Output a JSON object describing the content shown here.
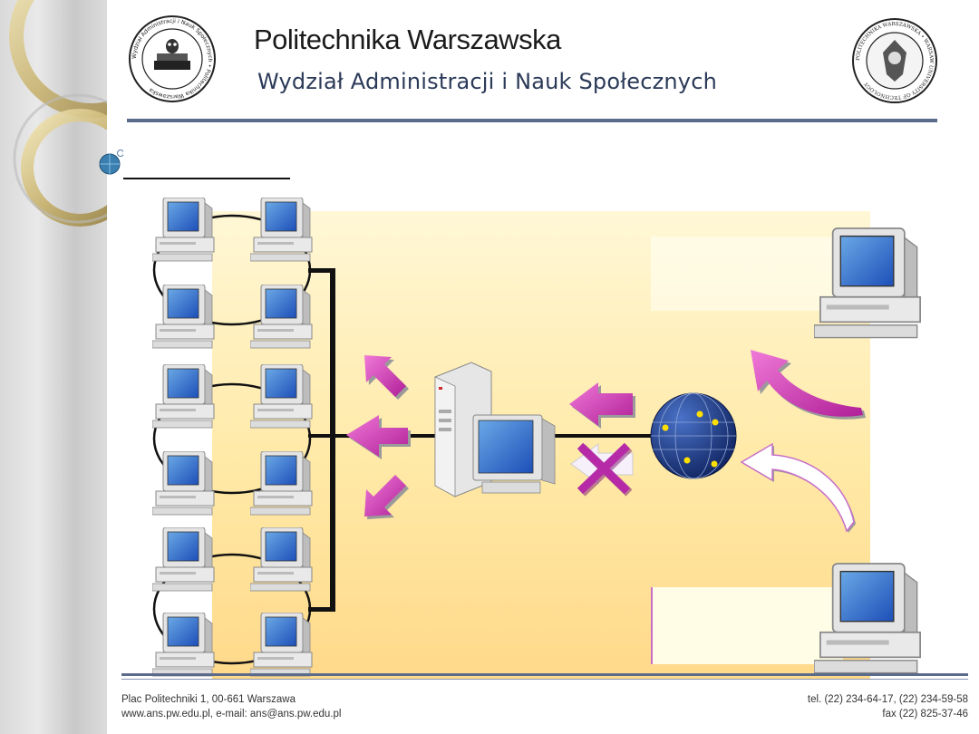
{
  "header": {
    "university_name": "Politechnika Warszawska",
    "faculty_name": "Wydział Administracji i Nauk Społecznych",
    "logo_left_text": "Wydział Administracji i Nauk Społecznych • Politechnika Warszawska",
    "logo_right_text": "POLITECHNIKA WARSZAWSKA • WARSAW UNIVERSITY OF TECHNOLOGY"
  },
  "slide": {
    "title": ""
  },
  "footer": {
    "address_line_1": "Plac Politechniki 1, 00-661 Warszawa",
    "address_line_2": "www.ans.pw.edu.pl, e-mail: ans@ans.pw.edu.pl",
    "contact_line_1": "tel. (22) 234-64-17, (22) 234-59-58",
    "contact_line_2": "fax (22) 825-37-46"
  },
  "colors": {
    "arrow_magenta": "#d63ab8",
    "header_rule": "#5a6b8c",
    "panel_yellow": "#ffe9a6",
    "block_x": "#a0209a"
  },
  "icons": [
    "workstation-icon",
    "server-icon",
    "internet-globe-icon",
    "blocked-x-icon",
    "arrow-icon"
  ]
}
